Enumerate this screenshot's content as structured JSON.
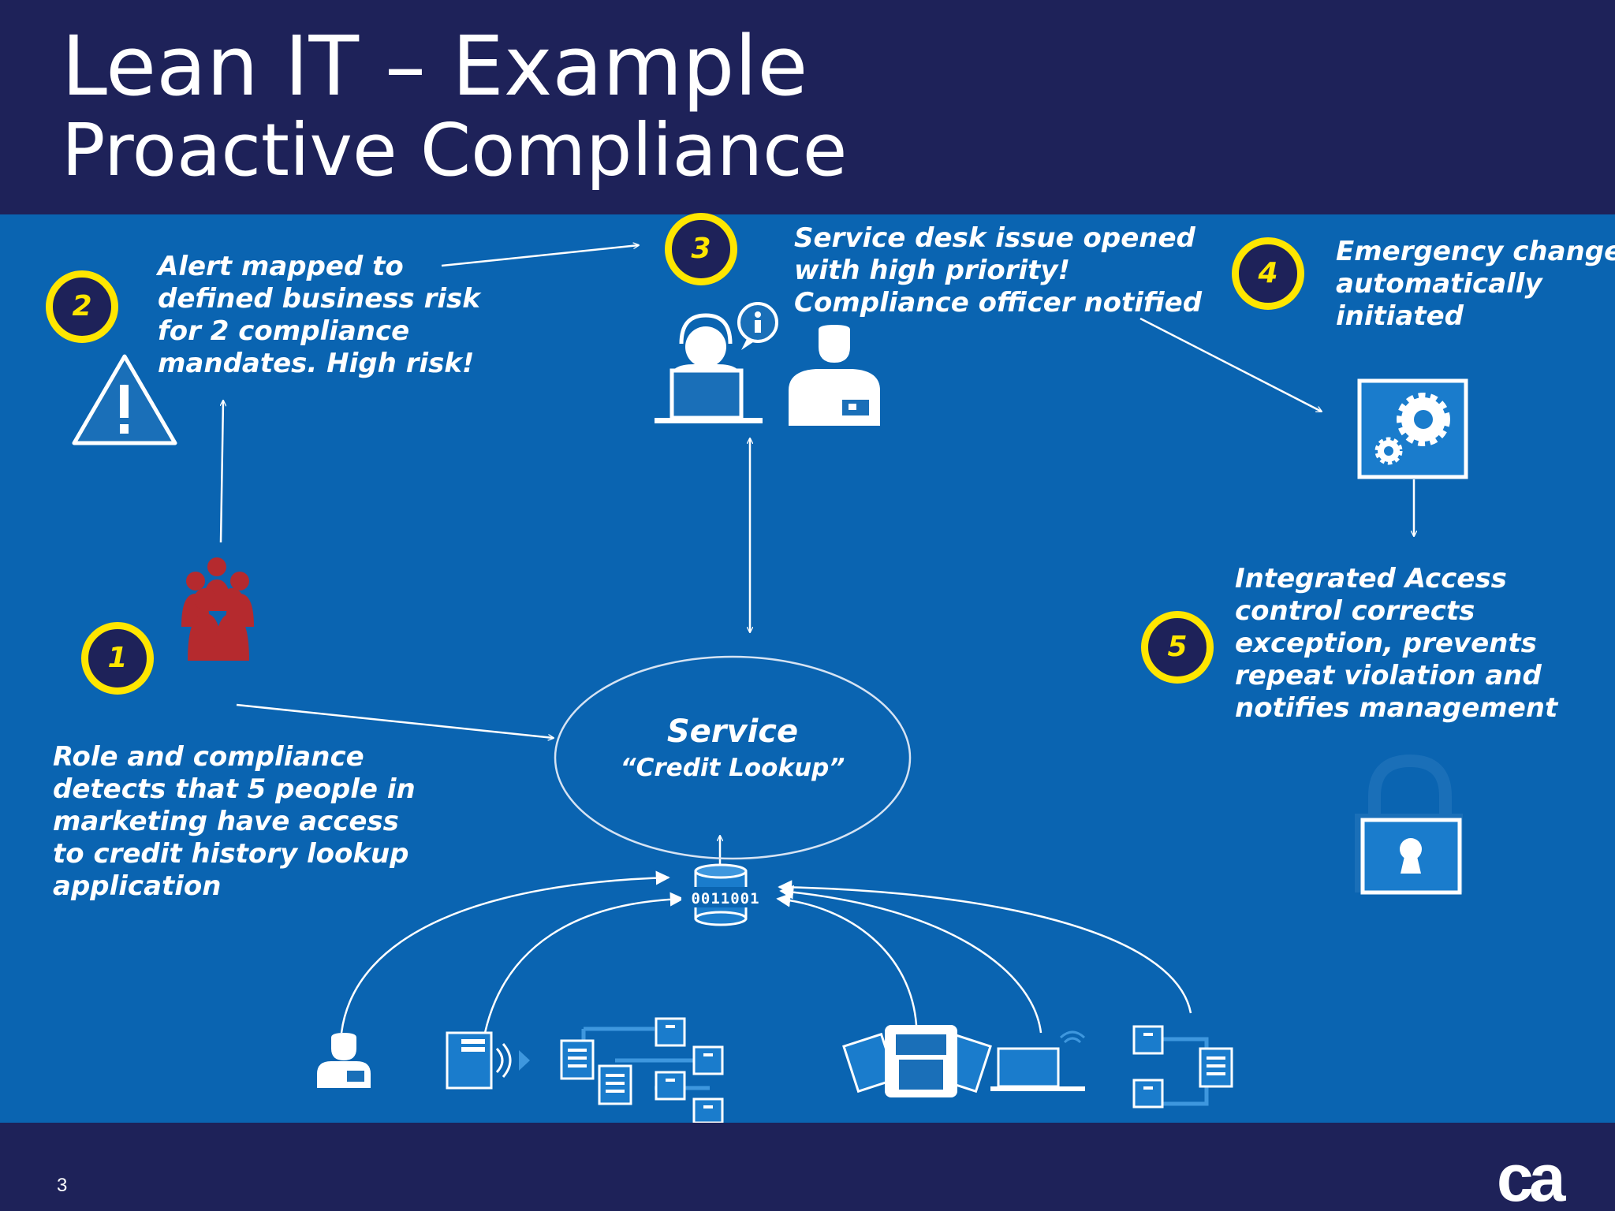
{
  "header": {
    "title_line1": "Lean IT – Example",
    "title_line2": "Proactive Compliance"
  },
  "steps": [
    {
      "number": "1",
      "lines": [
        "Role and compliance",
        "detects that 5 people in",
        "marketing have access",
        "to credit history lookup",
        "application"
      ]
    },
    {
      "number": "2",
      "lines": [
        "Alert mapped to",
        "defined business risk",
        "for 2 compliance",
        "mandates. High risk!"
      ]
    },
    {
      "number": "3",
      "lines": [
        "Service desk issue opened",
        "with high priority!",
        "Compliance officer notified"
      ]
    },
    {
      "number": "4",
      "lines": [
        "Emergency change",
        "automatically",
        "initiated"
      ]
    },
    {
      "number": "5",
      "lines": [
        "Integrated Access",
        "control corrects",
        "exception, prevents",
        "repeat violation and",
        "notifies management"
      ]
    }
  ],
  "service": {
    "name": "Service",
    "subtitle": "“Credit Lookup”"
  },
  "database_label": "0011001",
  "icons": [
    "warning-icon",
    "people-group-icon",
    "service-desk-agent-icon",
    "info-bubble-icon",
    "compliance-officer-icon",
    "gears-icon",
    "padlock-icon",
    "database-icon",
    "user-icon",
    "server-icon",
    "server-network-icon",
    "mobile-devices-icon",
    "laptop-icon",
    "server-cluster-icon"
  ],
  "colors": {
    "background": "#0a64b1",
    "header": "#1e2259",
    "badge_fill": "#1e2259",
    "badge_ring": "#ffe600",
    "people": "#b52a2e"
  },
  "footer": {
    "page_number": "3",
    "logo": "ca"
  }
}
